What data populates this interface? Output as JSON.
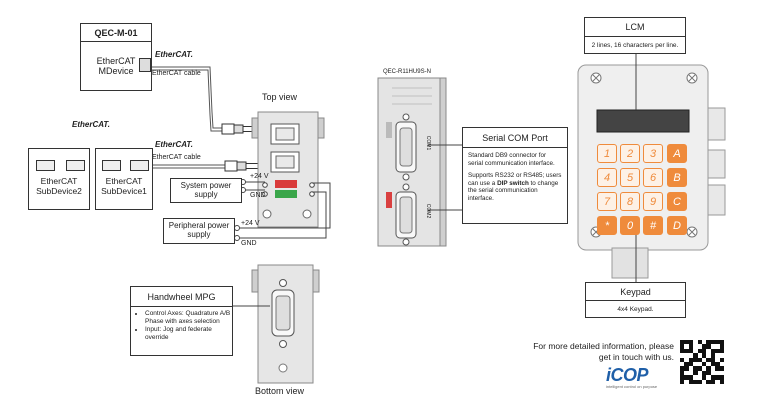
{
  "qec_box": {
    "title": "QEC-M-01",
    "body": "EtherCAT\nMDevice"
  },
  "subdevices": [
    {
      "label": "EtherCAT\nSubDevice2"
    },
    {
      "label": "EtherCAT\nSubDevice1"
    }
  ],
  "ethercat_logo": "EtherCAT.",
  "cable_labels": [
    "EtherCAT cable",
    "EtherCAT cable"
  ],
  "top_view": "Top view",
  "bottom_view": "Bottom view",
  "system_power": {
    "label": "System power\nsupply",
    "plus": "+24 V",
    "gnd": "GND"
  },
  "peripheral_power": {
    "label": "Peripheral power\nsupply",
    "plus": "+24 V",
    "gnd": "GND"
  },
  "handwheel": {
    "title": "Handwheel MPG",
    "items": [
      "Control Axes: Quadrature A/B Phase with axes selection",
      "Input: Jog and federate override"
    ]
  },
  "device_side": {
    "model": "QEC-R11HU9S-N",
    "com1": "COM1",
    "com2": "COM2"
  },
  "serial": {
    "title": "Serial COM Port",
    "p1": "Standard DB9 connector for serial communication interface.",
    "p2_pre": "Supports RS232 or RS485; users can use a ",
    "p2_bold": "DIP switch",
    "p2_post": " to change the serial communication interface."
  },
  "lcm": {
    "title": "LCM",
    "body": "2 lines, 16 characters per line."
  },
  "keypad_box": {
    "title": "Keypad",
    "body": "4x4 Keypad."
  },
  "keypad_keys": [
    "1",
    "2",
    "3",
    "A",
    "4",
    "5",
    "6",
    "B",
    "7",
    "8",
    "9",
    "C",
    "*",
    "0",
    "#",
    "D"
  ],
  "footer": {
    "line1": "For more detailed information, please",
    "line2": "get in touch with us."
  },
  "logo": {
    "name": "iCOP",
    "tagline": "intelligent control on purpose"
  },
  "colors": {
    "accent": "#ef8b3c",
    "logo_blue": "#1f5fa8",
    "logo_red": "#d92a2a"
  }
}
